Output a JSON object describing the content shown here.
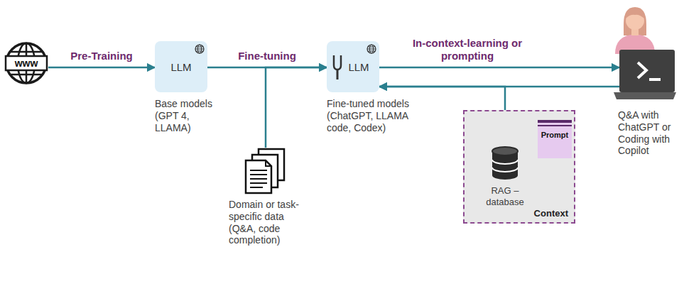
{
  "diagram": {
    "nodes": [
      {
        "text": [
          "www"
        ]
      },
      {
        "text": [
          "LLM",
          "Base models (GPT 4, LLAMA)"
        ]
      },
      {
        "text": [
          "Domain or task-specific data (Q&A, code completion)"
        ]
      },
      {
        "text": [
          "LLM",
          "Fine-tuned models (ChatGPT, LLAMA code, Codex)"
        ]
      },
      {
        "text": [
          "Context"
        ]
      },
      {
        "text": [
          "Prompt"
        ],
        "in": 4
      },
      {
        "text": [
          "RAG – database"
        ],
        "in": 4
      },
      {
        "text": [
          "Q&A with ChatGPT or Coding with Copilot"
        ]
      }
    ],
    "edges": [
      {
        "from": 0,
        "to": 1,
        "label": "Pre-Training",
        "arrow": "to"
      },
      {
        "from": 1,
        "to": 3,
        "label": "Fine-tuning",
        "arrow": "to"
      },
      {
        "from": 2,
        "to": 3,
        "arrow": "to"
      },
      {
        "from": 3,
        "to": 7,
        "label": "In-context-learning or prompting",
        "arrow": "to"
      },
      {
        "from": 7,
        "to": 3,
        "arrow": "to"
      },
      {
        "from": 6,
        "to": 3,
        "arrow": "to"
      }
    ]
  }
}
